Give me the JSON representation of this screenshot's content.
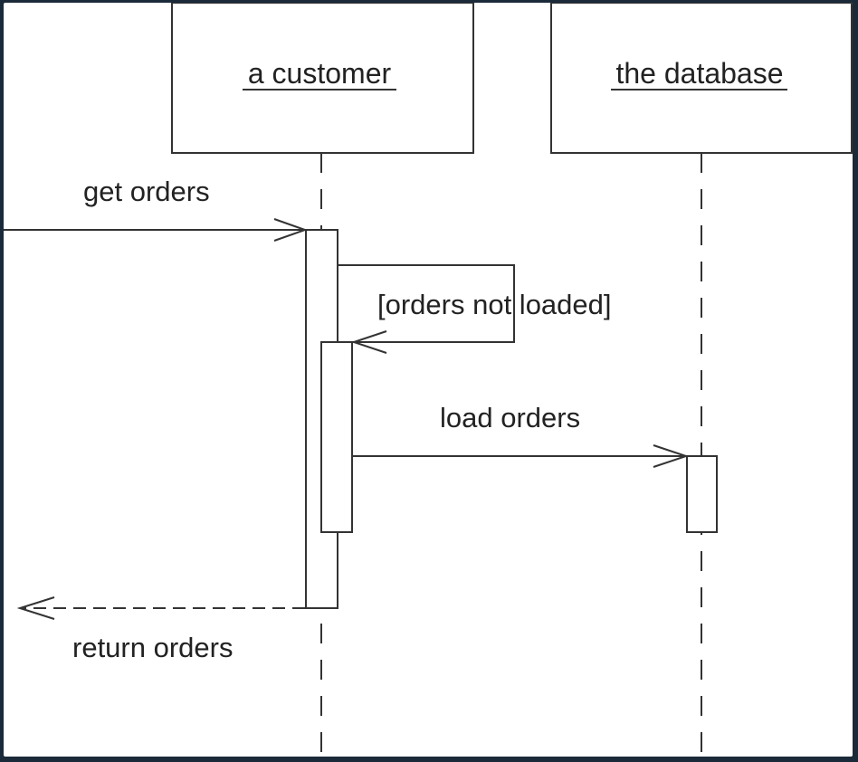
{
  "participants": [
    {
      "name": "a customer"
    },
    {
      "name": "the database"
    }
  ],
  "messages": {
    "get_orders": "get orders",
    "guard": "[orders not loaded]",
    "load_orders": "load orders",
    "return_orders": "return orders"
  },
  "colors": {
    "line": "#333333",
    "background": "#ffffff",
    "border": "#1b2a38"
  }
}
